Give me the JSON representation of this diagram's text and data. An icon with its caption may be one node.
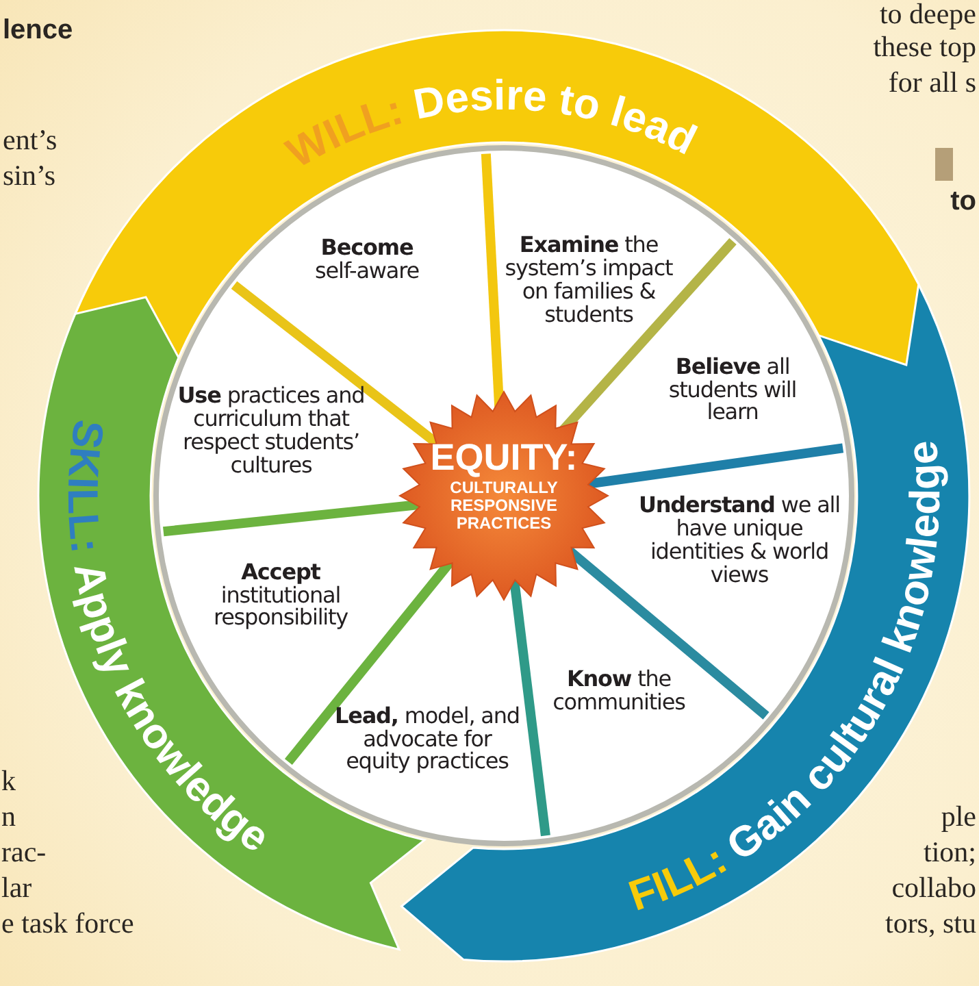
{
  "diagram": {
    "nodes": [
      {
        "text": [
          "WILL:",
          "Desire to lead"
        ]
      },
      {
        "text": [
          "**Become** self-aware"
        ]
      },
      {
        "text": [
          "**Examine** the system’s impact on families & students"
        ]
      },
      {
        "text": [
          "**Believe** all students will learn"
        ]
      },
      {
        "text": [
          "**Use** practices and curriculum that respect students’ cultures"
        ]
      },
      {
        "text": [
          "EQUITY:",
          "CULTURALLY RESPONSIVE PRACTICES"
        ]
      },
      {
        "text": [
          "**Understand** we all have unique identities & world views"
        ]
      },
      {
        "text": [
          "**Accept** institutional responsibility"
        ]
      },
      {
        "text": [
          "**Know** the communities"
        ]
      },
      {
        "text": [
          "**Lead,** model, and advocate for equity practices"
        ]
      },
      {
        "text": [
          "SKILL:",
          "Apply knowledge"
        ]
      },
      {
        "text": [
          "FILL:",
          "Gain cultural knowledge"
        ]
      }
    ],
    "labels": [
      "lence",
      "ent’s",
      "sin’s",
      "to deepe",
      "these top",
      "for all s",
      "to",
      "k",
      "n",
      "rac-",
      "lar",
      "e task force",
      "ple",
      "tion;",
      "collabo",
      "tors, stu"
    ]
  }
}
